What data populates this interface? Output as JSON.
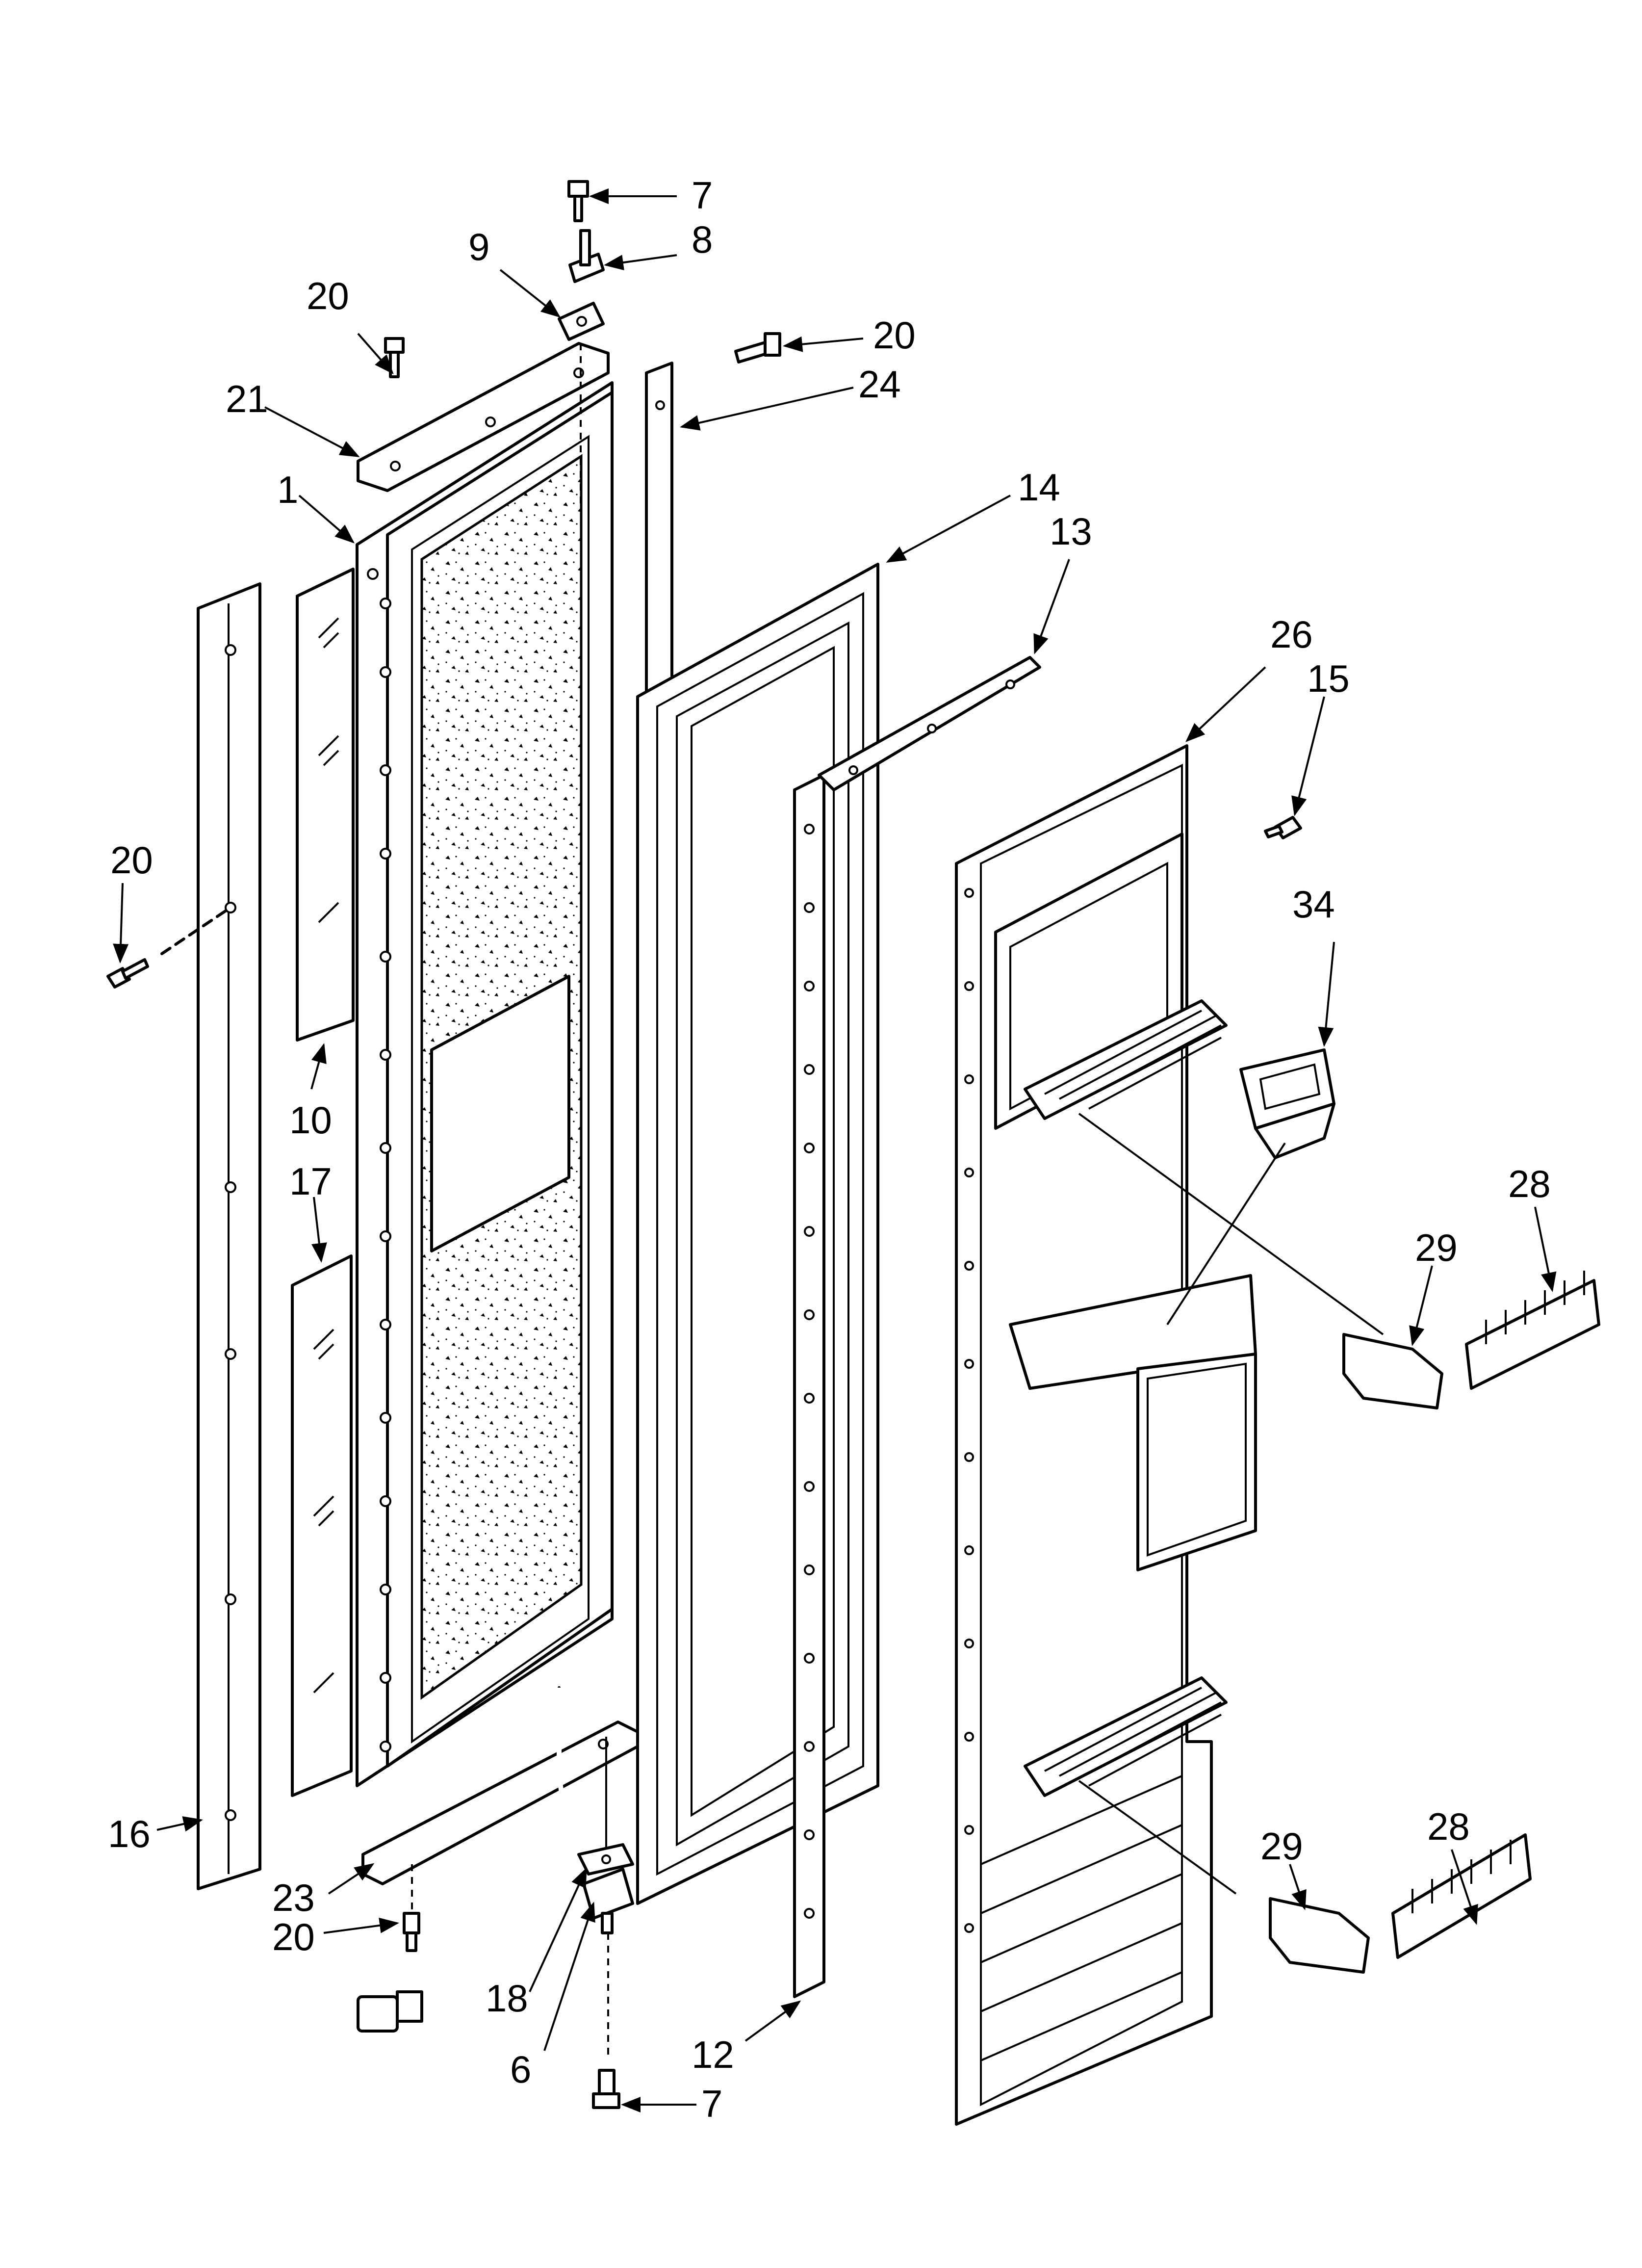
{
  "callouts": [
    {
      "id": "c7a",
      "text": "7"
    },
    {
      "id": "c8",
      "text": "8"
    },
    {
      "id": "c9",
      "text": "9"
    },
    {
      "id": "c20a",
      "text": "20"
    },
    {
      "id": "c20b",
      "text": "20"
    },
    {
      "id": "c21",
      "text": "21"
    },
    {
      "id": "c24",
      "text": "24"
    },
    {
      "id": "c1",
      "text": "1"
    },
    {
      "id": "c14",
      "text": "14"
    },
    {
      "id": "c13",
      "text": "13"
    },
    {
      "id": "c26",
      "text": "26"
    },
    {
      "id": "c15",
      "text": "15"
    },
    {
      "id": "c20c",
      "text": "20"
    },
    {
      "id": "c34",
      "text": "34"
    },
    {
      "id": "c10",
      "text": "10"
    },
    {
      "id": "c17",
      "text": "17"
    },
    {
      "id": "c28a",
      "text": "28"
    },
    {
      "id": "c29a",
      "text": "29"
    },
    {
      "id": "c28b",
      "text": "28"
    },
    {
      "id": "c29b",
      "text": "29"
    },
    {
      "id": "c16",
      "text": "16"
    },
    {
      "id": "c23",
      "text": "23"
    },
    {
      "id": "c20d",
      "text": "20"
    },
    {
      "id": "c18",
      "text": "18"
    },
    {
      "id": "c6",
      "text": "6"
    },
    {
      "id": "c12",
      "text": "12"
    },
    {
      "id": "c7b",
      "text": "7"
    }
  ]
}
